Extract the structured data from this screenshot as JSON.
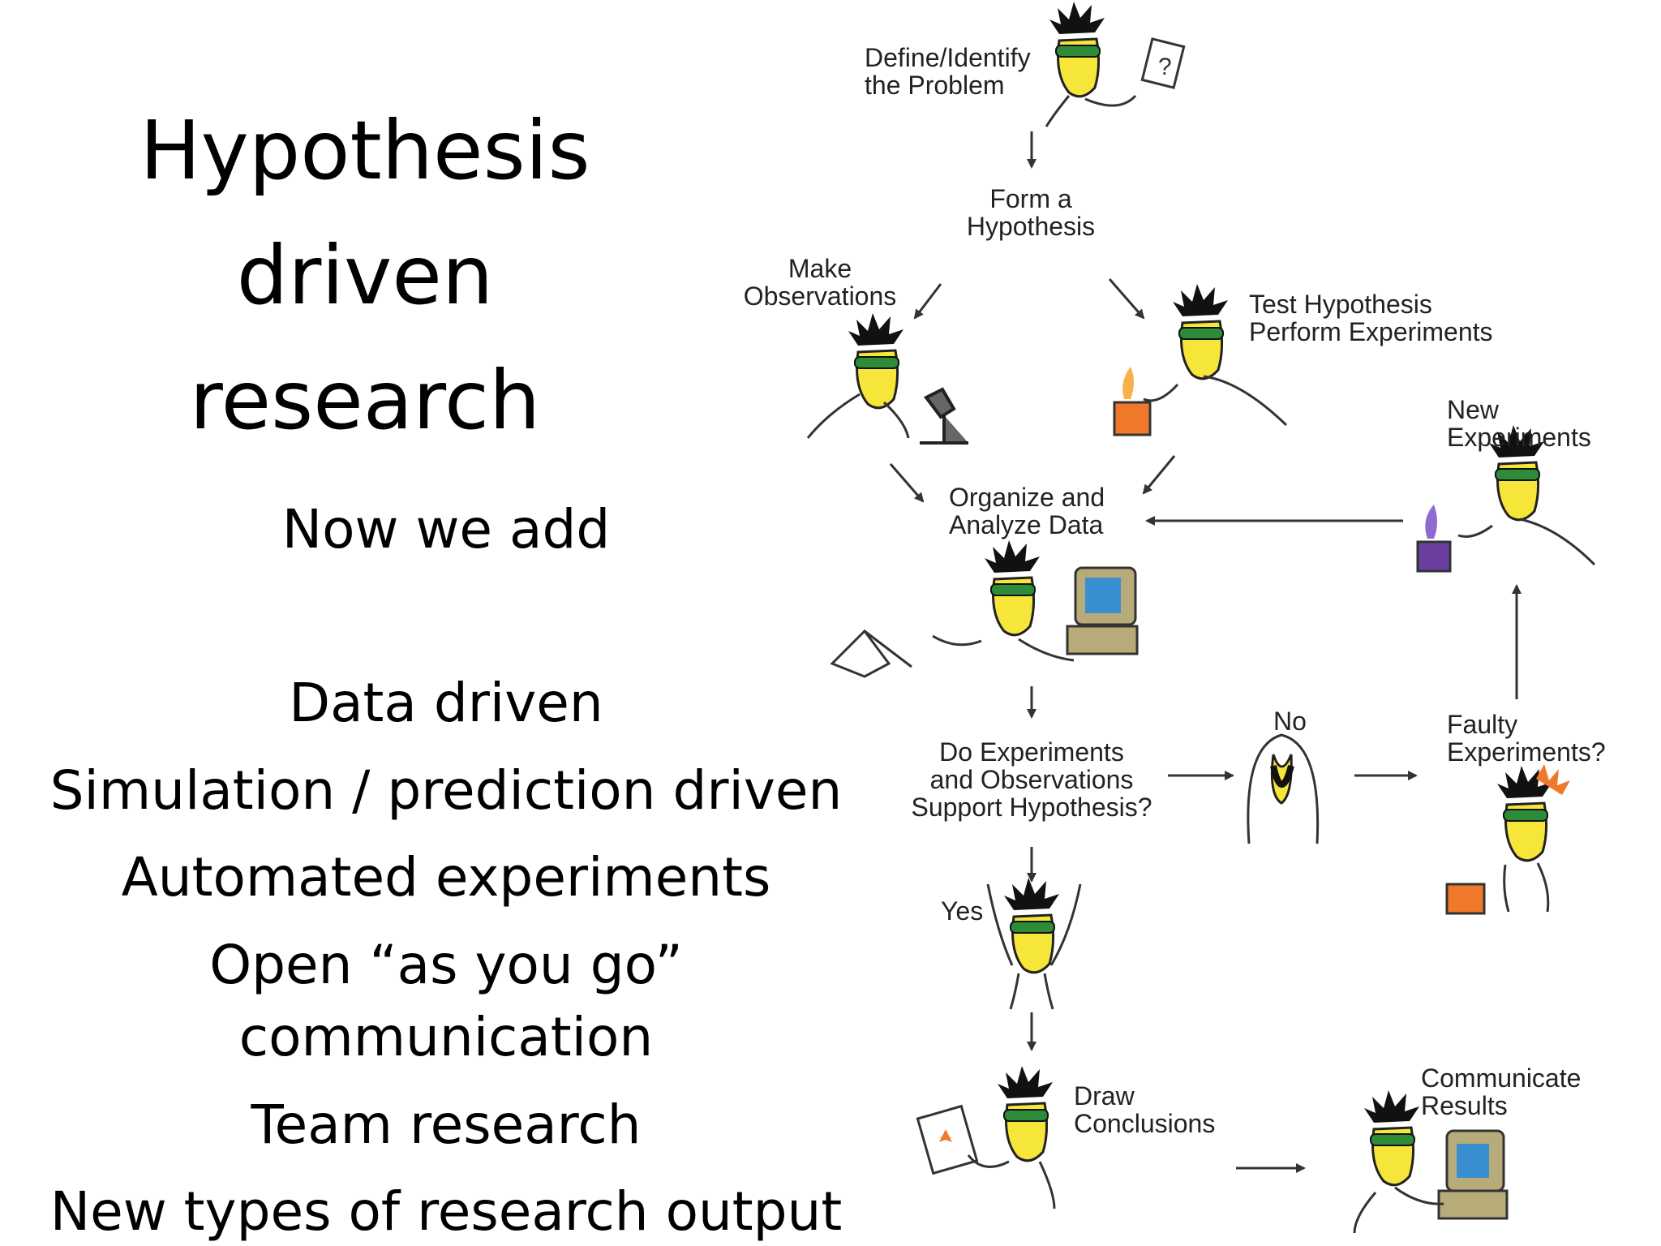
{
  "title_lines": [
    "Hypothesis",
    "driven",
    "research"
  ],
  "intro": "Now we add",
  "list_items": [
    "Data driven",
    "Simulation / prediction driven",
    "Automated experiments",
    "Open “as you go”",
    "communication",
    "Team research",
    "New types of research output"
  ],
  "diagram": {
    "define": "Define/Identify\nthe Problem",
    "form": "Form a\nHypothesis",
    "observe": "Make\nObservations",
    "test": "Test Hypothesis\nPerform Experiments",
    "new_exp": "New\nExperiments",
    "organize": "Organize and\nAnalyze Data",
    "support": "Do Experiments\nand Observations\nSupport Hypothesis?",
    "no": "No",
    "faulty": "Faulty\nExperiments?",
    "yes": "Yes",
    "conclude": "Draw\nConclusions",
    "communicate": "Communicate\nResults",
    "note_mark": "?"
  },
  "colors": {
    "skin": "#f6e63a",
    "goggles": "#2e8b3a",
    "flask_orange": "#f0782a",
    "flask_purple": "#6b3fa0",
    "screen_blue": "#3a8fd0",
    "line": "#333333"
  }
}
